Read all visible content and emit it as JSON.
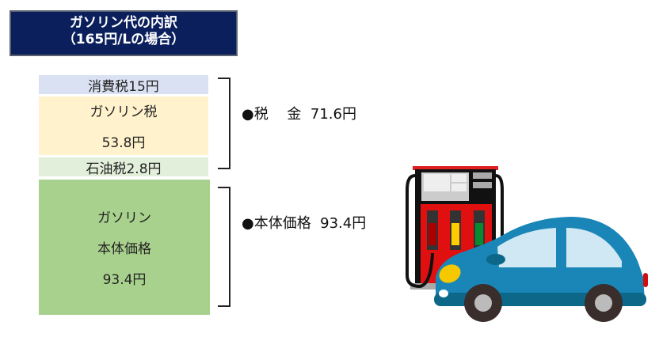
{
  "title": {
    "line1": "ガソリン代の内訳",
    "line2": "（165円/Lの場合）"
  },
  "boxes": {
    "consumption_tax": "消費税15円",
    "gasoline_tax_label": "ガソリン税",
    "gasoline_tax_value": "53.8円",
    "petroleum_tax": "石油税2.8円",
    "base_line1": "ガソリン",
    "base_line2": "本体価格",
    "base_value": "93.4円"
  },
  "labels": {
    "tax_total": "●税　 金  71.6円",
    "base_total": "●本体価格  93.4円"
  },
  "colors": {
    "title_bg": "#0b1f5c",
    "consumption": "#dae1f2",
    "gasoline_tax": "#fff2cc",
    "petroleum": "#e2efda",
    "base": "#a9d18e",
    "car": "#1a86b8"
  }
}
